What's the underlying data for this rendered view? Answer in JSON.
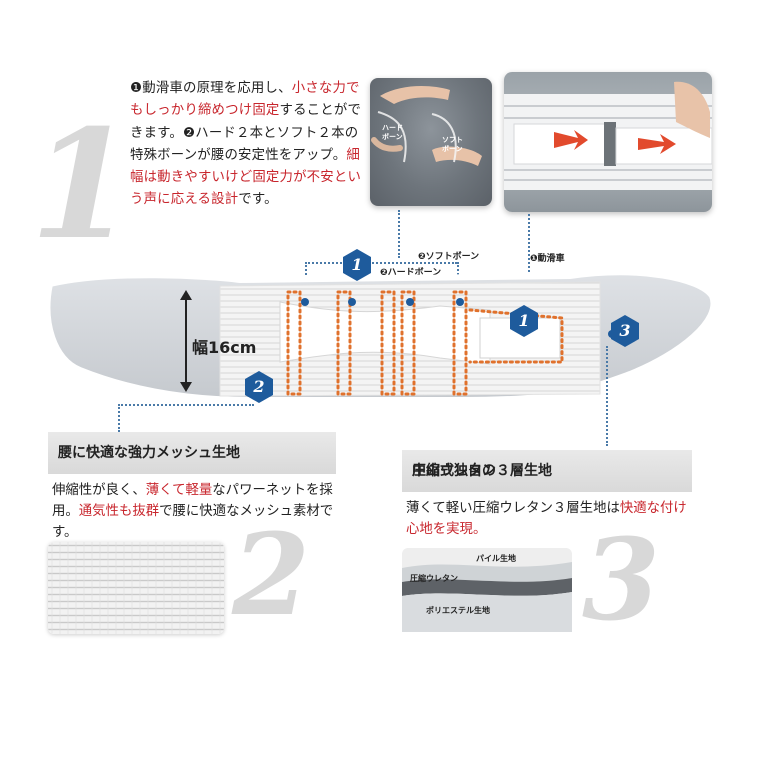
{
  "intro": {
    "segments": [
      {
        "text": "❶動滑車の原理を応用し、",
        "red": false
      },
      {
        "text": "小さな力でもしっかり締めつけ固定",
        "red": true
      },
      {
        "text": "することができます。❷ハード２本とソフト２本の特殊ボーンが腰の安定性をアップ。",
        "red": false
      },
      {
        "text": "細幅は動きやすいけど固定力が不安という声に応える設計",
        "red": false
      },
      {
        "text": "です。",
        "red": false
      }
    ]
  },
  "photo_left": {
    "label_hard": "ハード\nボーン",
    "label_soft": "ソフト\nボーン"
  },
  "callouts": {
    "soft_bone": "❷ソフトボーン",
    "hard_bone": "❷ハードボーン",
    "pulley": "❶動滑車"
  },
  "badges": {
    "one": "1",
    "two": "2",
    "three": "3"
  },
  "big_numbers": {
    "one": "1",
    "two": "2",
    "three": "3"
  },
  "width_label": "幅16cm",
  "section2": {
    "title": "腰に快適な強力メッシュ生地",
    "body_pre": "伸縮性が良く、",
    "body_red1": "薄くて軽量",
    "body_mid": "なパワーネットを採用。",
    "body_red2": "通気性も抜群",
    "body_post": "で腰に快適なメッシュ素材です。"
  },
  "section3": {
    "title_red": "中山式独自の",
    "title_black": "圧縮ウレタン３層生地",
    "body_pre": "薄くて軽い圧縮ウレタン３層生地は",
    "body_red": "快適な付け心地を実現。",
    "layers": {
      "top": "パイル生地",
      "mid": "圧縮ウレタン",
      "bottom": "ポリエステル生地"
    }
  },
  "colors": {
    "accent_red": "#c8262d",
    "badge_blue": "#1e5b9c",
    "dot_orange": "#e0712c"
  }
}
